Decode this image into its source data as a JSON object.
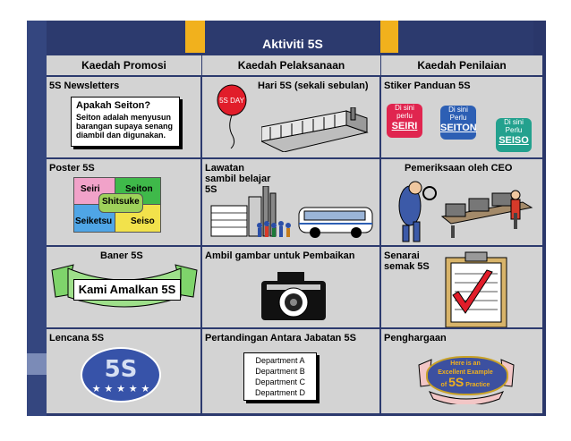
{
  "title": "Aktiviti 5S",
  "headers": [
    "Kaedah Promosi",
    "Kaedah Pelaksanaan",
    "Kaedah Penilaian"
  ],
  "rows": [
    {
      "promosi": {
        "label": "5S Newsletters",
        "note_title": "Apakah Seiton?",
        "note_body": "Seiton adalah menyusun barangan supaya senang diambil dan digunakan."
      },
      "pelaksanaan": {
        "label": "Hari 5S  (sekali sebulan)",
        "balloon_text": "5S DAY"
      },
      "penilaian": {
        "label": "Stiker Panduan 5S",
        "stickers": [
          {
            "top": "Di sini perlu",
            "word": "SEIRI",
            "color": "#e0254f"
          },
          {
            "top": "Di sini Perlu",
            "word": "SEITON",
            "color": "#2d5fb4"
          },
          {
            "top": "Di sini Perlu",
            "word": "SEISO",
            "color": "#23a18e"
          }
        ]
      }
    },
    {
      "promosi": {
        "label": "Poster 5S",
        "puzzle": {
          "seiri": "Seiri",
          "seiton": "Seiton",
          "seiketsu": "Seiketsu",
          "seiso": "Seiso",
          "shitsuke": "Shitsuke"
        }
      },
      "pelaksanaan": {
        "label": "Lawatan sambil belajar 5S"
      },
      "penilaian": {
        "label": "Pemeriksaan oleh CEO"
      }
    },
    {
      "promosi": {
        "label": "Baner 5S",
        "banner_text": "Kami Amalkan 5S"
      },
      "pelaksanaan": {
        "label": "Ambil gambar untuk Pembaikan"
      },
      "penilaian": {
        "label": "Senarai semak 5S"
      }
    },
    {
      "promosi": {
        "label": "Lencana 5S",
        "badge_text": "5S"
      },
      "pelaksanaan": {
        "label": "Pertandingan Antara Jabatan 5S",
        "departments": [
          "Department A",
          "Department B",
          "Department C",
          "Department D"
        ]
      },
      "penilaian": {
        "label": "Penghargaan",
        "scroll_line1": "Here is an",
        "scroll_line2": "Excellent Example",
        "scroll_of": "of",
        "scroll_5s": "5S",
        "scroll_practice": "Practice"
      }
    }
  ]
}
